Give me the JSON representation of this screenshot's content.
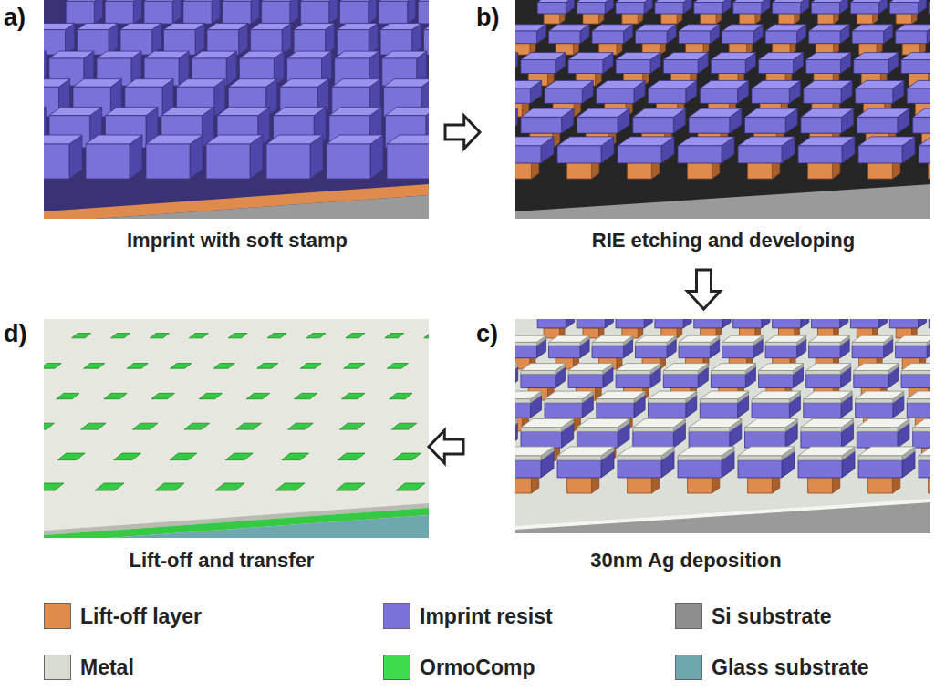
{
  "diagram": {
    "nodes": [
      {
        "text": [
          "a)",
          "Imprint with soft stamp"
        ]
      },
      {
        "text": [
          "b)",
          "RIE etching and developing"
        ]
      },
      {
        "text": [
          "c)",
          "30nm Ag deposition"
        ]
      },
      {
        "text": [
          "d)",
          "Lift-off and transfer"
        ]
      }
    ],
    "edges": [
      {
        "from": 0,
        "to": 1,
        "arrow": "to"
      },
      {
        "from": 1,
        "to": 2,
        "arrow": "to"
      },
      {
        "from": 2,
        "to": 3,
        "arrow": "to"
      }
    ],
    "legend": [
      {
        "text": "Lift-off layer",
        "color": "#e08b4e"
      },
      {
        "text": "Imprint resist",
        "color": "#7a72d8"
      },
      {
        "text": "Si substrate",
        "color": "#8e8e8e"
      },
      {
        "text": "Metal",
        "color": "#d9dcd3"
      },
      {
        "text": "OrmoComp",
        "color": "#3ddc4b"
      },
      {
        "text": "Glass substrate",
        "color": "#6ea7ad"
      }
    ]
  }
}
